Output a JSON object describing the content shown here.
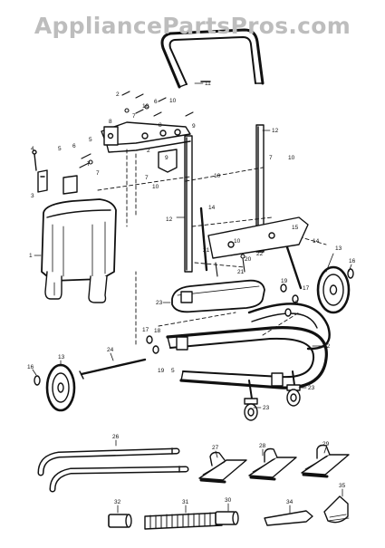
{
  "watermark": "AppliancePartsPros.com",
  "callouts": {
    "c1": "1",
    "c2a": "2",
    "c2b": "2",
    "c3": "3",
    "c4": "4",
    "c5a": "5",
    "c5b": "5",
    "c5c": "5",
    "c6a": "6",
    "c6b": "6",
    "c7a": "7",
    "c7b": "7",
    "c7c": "7",
    "c7d": "7",
    "c7e": "7",
    "c8a": "8",
    "c8b": "8",
    "c9a": "9",
    "c9b": "9",
    "c10a": "10",
    "c10b": "10",
    "c10c": "10",
    "c10d": "10",
    "c10e": "10",
    "c10f": "10",
    "c11": "11",
    "c12a": "12",
    "c12b": "12",
    "c13a": "13",
    "c13b": "13",
    "c14a": "14",
    "c14b": "14",
    "c15": "15",
    "c16a": "16",
    "c16b": "16",
    "c17a": "17",
    "c17b": "17",
    "c18a": "18",
    "c18b": "18",
    "c19a": "19",
    "c19b": "19",
    "c20": "20",
    "c21a": "21",
    "c21b": "21",
    "c22a": "22",
    "c22b": "22",
    "c23a": "23",
    "c23b": "23",
    "c23c": "23",
    "c24": "24",
    "c26": "26",
    "c27": "27",
    "c28": "28",
    "c29": "29",
    "c30": "30",
    "c31": "31",
    "c32": "32",
    "c34": "34",
    "c35": "35"
  }
}
